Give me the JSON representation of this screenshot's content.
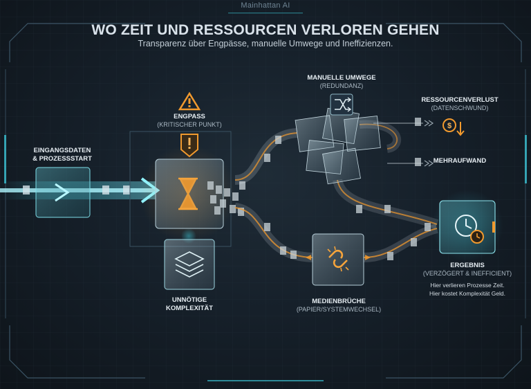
{
  "header": {
    "brand": "Mainhattan AI",
    "title": "WO ZEIT UND RESSOURCEN VERLOREN GEHEN",
    "subtitle": "Transparenz über Engpässe, manuelle Umwege und Ineffizienzen."
  },
  "nodes": {
    "input": {
      "title_line1": "EINGANGSDATEN",
      "title_line2": "& PROZESSSTART"
    },
    "bottleneck": {
      "title": "ENGPASS",
      "subtitle": "(KRITISCHER PUNKT)"
    },
    "complexity": {
      "title_line1": "UNNÖTIGE",
      "title_line2": "KOMPLEXITÄT"
    },
    "detours": {
      "title": "MANUELLE UMWEGE",
      "subtitle": "(REDUNDANZ)"
    },
    "resource_loss": {
      "title": "RESSOURCENVERLUST",
      "subtitle": "(DATENSCHWUND)"
    },
    "extra_effort": {
      "title": "MEHRAUFWAND"
    },
    "media_breaks": {
      "title": "MEDIENBRÜCHE",
      "subtitle": "(PAPIER/SYSTEMWECHSEL)"
    },
    "result": {
      "title": "ERGEBNIS",
      "subtitle": "(VERZÖGERT & INEFFICIENT)",
      "note_line1": "Hier verlieren Prozesse Zeit.",
      "note_line2": "Hier kostet Komplexität Geld."
    }
  },
  "icons": {
    "arrow": "arrow-right-icon",
    "hourglass": "hourglass-icon",
    "warning": "warning-triangle-icon",
    "alert": "exclamation-icon",
    "layers": "layers-icon",
    "shuffle": "shuffle-icon",
    "broken_link": "broken-link-icon",
    "coin": "coin-dollar-icon",
    "clock": "clock-icon"
  },
  "colors": {
    "background": "#16202a",
    "accent_cyan": "#3fd6e8",
    "accent_orange": "#f29a2e",
    "text": "#e6edf2"
  }
}
